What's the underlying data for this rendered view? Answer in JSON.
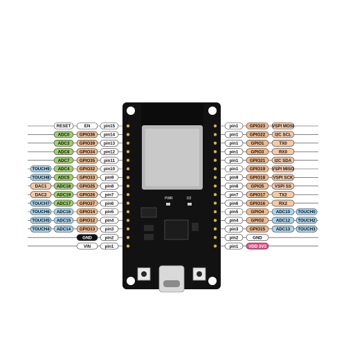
{
  "board": {
    "silkscreen": {
      "power": "PWR",
      "led": "D2"
    }
  },
  "colors": {
    "white": "#ffffff",
    "orange": "#f0b98a",
    "green": "#9dcf6a",
    "blue": "#a9d4ee",
    "peach": "#f3c9a6",
    "black": "#111111",
    "pink": "#e84a86",
    "board": "#121212",
    "module": "#b9b9b9"
  },
  "left_rows": [
    {
      "pin": "pin15",
      "gpio": "EN",
      "gpio_color": "white",
      "a": "RESET",
      "a_color": "white",
      "b": "",
      "b_color": ""
    },
    {
      "pin": "pin14",
      "gpio": "GPIO36",
      "gpio_color": "orange",
      "a": "ADC0",
      "a_color": "green",
      "b": "",
      "b_color": ""
    },
    {
      "pin": "pin13",
      "gpio": "GPIO39",
      "gpio_color": "orange",
      "a": "ADC3",
      "a_color": "green",
      "b": "",
      "b_color": ""
    },
    {
      "pin": "pin12",
      "gpio": "GPIO34",
      "gpio_color": "orange",
      "a": "ADC6",
      "a_color": "green",
      "b": "",
      "b_color": ""
    },
    {
      "pin": "pin11",
      "gpio": "GPIO35",
      "gpio_color": "orange",
      "a": "ADC7",
      "a_color": "green",
      "b": "",
      "b_color": ""
    },
    {
      "pin": "pin10",
      "gpio": "GPIO32",
      "gpio_color": "orange",
      "a": "ADC4",
      "a_color": "green",
      "b": "TOUCH9",
      "b_color": "blue"
    },
    {
      "pin": "pin9",
      "gpio": "GPIO33",
      "gpio_color": "orange",
      "a": "ADC5",
      "a_color": "green",
      "b": "TOUCH8",
      "b_color": "blue"
    },
    {
      "pin": "pin8",
      "gpio": "GPIO25",
      "gpio_color": "orange",
      "a": "ADC18",
      "a_color": "green",
      "b": "DAC1",
      "b_color": "peach"
    },
    {
      "pin": "pin7",
      "gpio": "GPIO26",
      "gpio_color": "orange",
      "a": "ADC19",
      "a_color": "green",
      "b": "DAC2",
      "b_color": "peach"
    },
    {
      "pin": "pin6",
      "gpio": "GPIO27",
      "gpio_color": "orange",
      "a": "ADC17",
      "a_color": "green",
      "b": "TOUCH7",
      "b_color": "blue"
    },
    {
      "pin": "pin5",
      "gpio": "GPIO14",
      "gpio_color": "orange",
      "a": "ADC16",
      "a_color": "blue",
      "b": "TOUCH6",
      "b_color": "blue"
    },
    {
      "pin": "pin4",
      "gpio": "GPIO12",
      "gpio_color": "orange",
      "a": "ADC15",
      "a_color": "blue",
      "b": "TOUCH5",
      "b_color": "blue"
    },
    {
      "pin": "pin3",
      "gpio": "GPIO13",
      "gpio_color": "orange",
      "a": "ADC14",
      "a_color": "blue",
      "b": "TOUCH4",
      "b_color": "blue"
    },
    {
      "pin": "pin2",
      "gpio": "GND",
      "gpio_color": "black",
      "a": "",
      "a_color": "",
      "b": "",
      "b_color": ""
    },
    {
      "pin": "pin1",
      "gpio": "VIN",
      "gpio_color": "white",
      "a": "",
      "a_color": "",
      "b": "",
      "b_color": ""
    }
  ],
  "right_rows": [
    {
      "pin": "pin1",
      "gpio": "GPIO23",
      "gpio_color": "orange",
      "a": "VSPI MOSI",
      "a_color": "peach",
      "b": "",
      "b_color": ""
    },
    {
      "pin": "pin1",
      "gpio": "GPIO22",
      "gpio_color": "orange",
      "a": "I2C SCL",
      "a_color": "peach",
      "b": "",
      "b_color": ""
    },
    {
      "pin": "pin1",
      "gpio": "GPIO1",
      "gpio_color": "orange",
      "a": "TX0",
      "a_color": "peach",
      "b": "",
      "b_color": ""
    },
    {
      "pin": "pin1",
      "gpio": "GPIO3",
      "gpio_color": "orange",
      "a": "RX0",
      "a_color": "peach",
      "b": "",
      "b_color": ""
    },
    {
      "pin": "pin1",
      "gpio": "GPIO21",
      "gpio_color": "orange",
      "a": "I2C SDA",
      "a_color": "peach",
      "b": "",
      "b_color": ""
    },
    {
      "pin": "pin1",
      "gpio": "GPIO19",
      "gpio_color": "orange",
      "a": "VSPI MISO",
      "a_color": "peach",
      "b": "",
      "b_color": ""
    },
    {
      "pin": "pin9",
      "gpio": "GPIO18",
      "gpio_color": "orange",
      "a": "VSPI SCK",
      "a_color": "peach",
      "b": "",
      "b_color": ""
    },
    {
      "pin": "pin8",
      "gpio": "GPIO5",
      "gpio_color": "orange",
      "a": "VSPI SS",
      "a_color": "peach",
      "b": "",
      "b_color": ""
    },
    {
      "pin": "pin7",
      "gpio": "GPIO17",
      "gpio_color": "orange",
      "a": "TX2",
      "a_color": "peach",
      "b": "",
      "b_color": ""
    },
    {
      "pin": "pin6",
      "gpio": "GPIO16",
      "gpio_color": "orange",
      "a": "RX2",
      "a_color": "peach",
      "b": "",
      "b_color": ""
    },
    {
      "pin": "pin5",
      "gpio": "GPIO4",
      "gpio_color": "orange",
      "a": "ADC10",
      "a_color": "blue",
      "b": "TOUCH0",
      "b_color": "blue"
    },
    {
      "pin": "pin4",
      "gpio": "GPIO2",
      "gpio_color": "orange",
      "a": "ADC12",
      "a_color": "blue",
      "b": "TOUCH2",
      "b_color": "blue"
    },
    {
      "pin": "pin3",
      "gpio": "GPIO15",
      "gpio_color": "orange",
      "a": "ADC13",
      "a_color": "blue",
      "b": "TOUCH3",
      "b_color": "blue"
    },
    {
      "pin": "pin2",
      "gpio": "GND",
      "gpio_color": "white",
      "a": "",
      "a_color": "",
      "b": "",
      "b_color": ""
    },
    {
      "pin": "pin1",
      "gpio": "VDD 3V3",
      "gpio_color": "pink",
      "a": "",
      "a_color": "",
      "b": "",
      "b_color": ""
    }
  ]
}
